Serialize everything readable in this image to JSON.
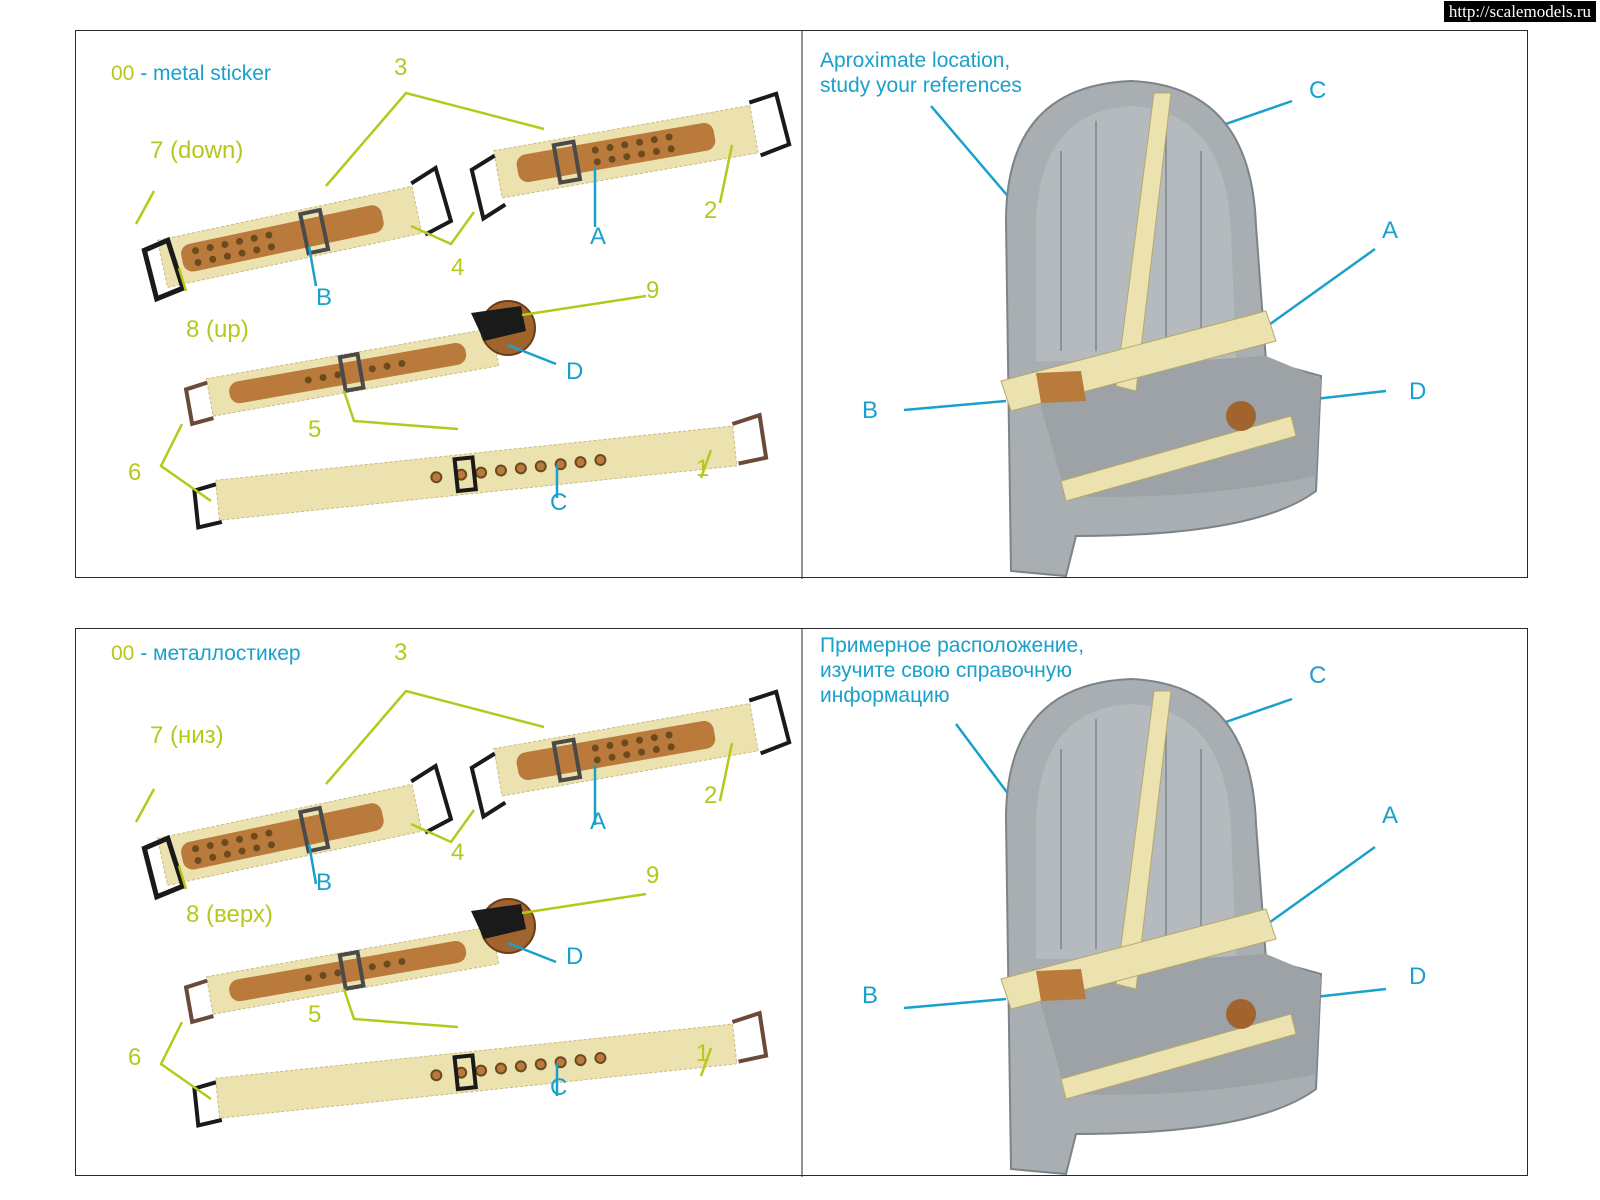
{
  "watermark": "http://scalemodels.ru",
  "colors": {
    "number_label": "#b5c81c",
    "letter_label": "#1aa0cc",
    "strap_fabric": "#ece2b0",
    "strap_leather": "#b97a3c",
    "seat_grey": "#a8aeb1",
    "metal": "#3a3a3a"
  },
  "panels": [
    {
      "legend_code": "00",
      "legend_desc": "- metal sticker",
      "note_line1": "Aproximate location,",
      "note_line2": "study your references",
      "note_line3": "",
      "labels": {
        "n1": "1",
        "n2": "2",
        "n3": "3",
        "n4": "4",
        "n5": "5",
        "n6": "6",
        "n7": "7 (down)",
        "n8": "8 (up)",
        "n9": "9",
        "a": "A",
        "b": "B",
        "c": "C",
        "d": "D",
        "seat_a": "A",
        "seat_b": "B",
        "seat_c": "C",
        "seat_d": "D"
      }
    },
    {
      "legend_code": "00",
      "legend_desc": "- металлостикер",
      "note_line1": "Примерное расположение,",
      "note_line2": "изучите свою справочную",
      "note_line3": "информацию",
      "labels": {
        "n1": "1",
        "n2": "2",
        "n3": "3",
        "n4": "4",
        "n5": "5",
        "n6": "6",
        "n7": "7 (низ)",
        "n8": "8 (верх)",
        "n9": "9",
        "a": "A",
        "b": "B",
        "c": "C",
        "d": "D",
        "seat_a": "A",
        "seat_b": "B",
        "seat_c": "C",
        "seat_d": "D"
      }
    }
  ]
}
